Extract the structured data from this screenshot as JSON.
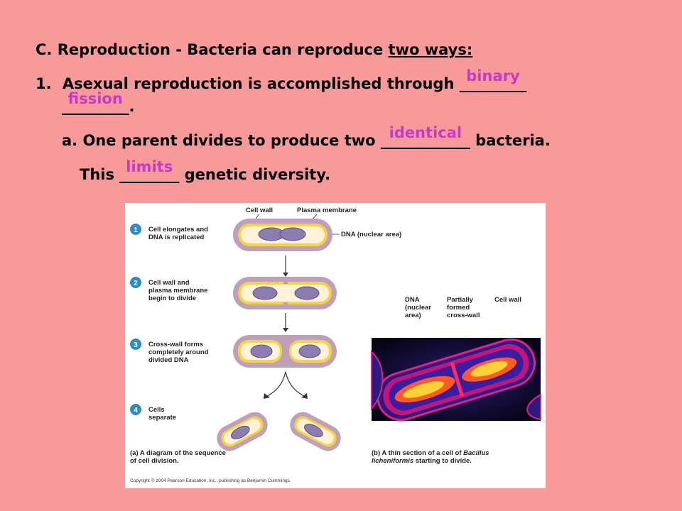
{
  "heading": {
    "prefix": "C. Reproduction -  Bacteria can reproduce ",
    "underlined": "two ways:"
  },
  "item1": {
    "number": "1.",
    "text_before": "Asexual reproduction is accomplished through ",
    "blank1_underscores": "_________",
    "blank1_answer": "binary",
    "blank2_underscores": "_________",
    "blank2_answer": "fission",
    "text_after": "."
  },
  "item_a": {
    "text_before": "a. One parent divides to produce two ",
    "blank_underscores": "____________",
    "blank_answer": "identical",
    "text_after": " bacteria."
  },
  "item_limits": {
    "text_before": "This ",
    "blank_underscores": "________",
    "blank_answer": "limits",
    "text_after": " genetic diversity."
  },
  "figure": {
    "top_labels": {
      "cell_wall": "Cell wall",
      "plasma_membrane": "Plasma membrane",
      "dna": "DNA (nuclear area)"
    },
    "steps": [
      {
        "number": "1",
        "lines": [
          "Cell elongates and",
          "DNA is replicated"
        ]
      },
      {
        "number": "2",
        "lines": [
          "Cell wall and",
          "plasma membrane",
          "begin to divide"
        ]
      },
      {
        "number": "3",
        "lines": [
          "Cross-wall forms",
          "completely around",
          "divided DNA"
        ]
      },
      {
        "number": "4",
        "lines": [
          "Cells",
          "separate"
        ]
      }
    ],
    "micrograph_labels": {
      "dna": [
        "DNA",
        "(nuclear",
        "area)"
      ],
      "crosswall": [
        "Partially",
        "formed",
        "cross-wall"
      ],
      "cellwall": [
        "Cell wall"
      ]
    },
    "caption_a": [
      "(a) A diagram of the sequence",
      "of cell division."
    ],
    "caption_b_prefix": "(b) A thin section of a cell of ",
    "caption_b_italic1": "Bacillus",
    "caption_b_italic2": "licheniformis",
    "caption_b_suffix": " starting to divide.",
    "copyright": "Copyright © 2004 Pearson Education, Inc., publishing as Benjamin Cummings.",
    "colors": {
      "step_circle": "#2E8BC8",
      "wall": "#BFA0B8",
      "membrane": "#F4D24C",
      "cytoplasm": "#FFF2D6",
      "dna": "#8C7DB0"
    }
  }
}
